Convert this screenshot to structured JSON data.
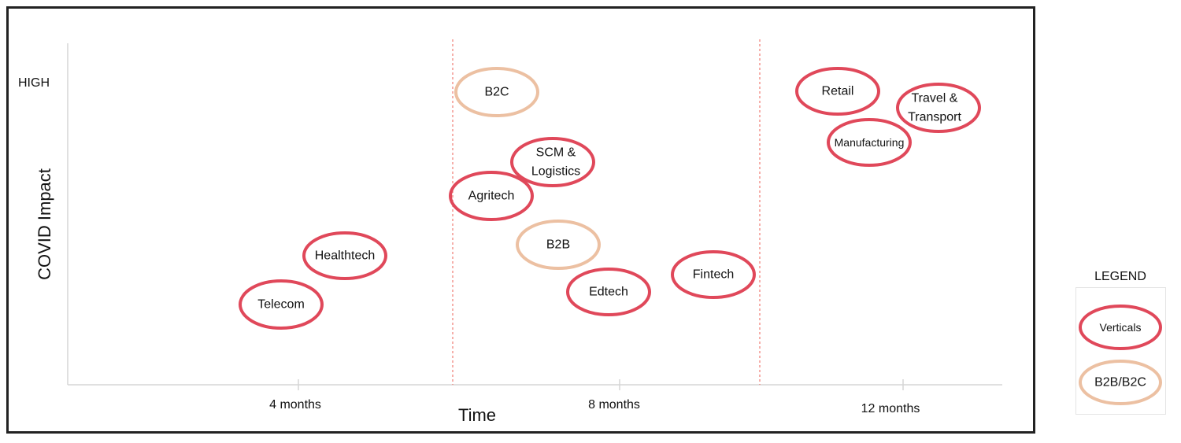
{
  "chart_data": {
    "type": "scatter",
    "ylabel": "COVID Impact",
    "xlabel": "Time",
    "y_tick_labels": [
      "HIGH"
    ],
    "x_tick_labels": [
      "4 months",
      "8 months",
      "12 months"
    ],
    "legend": {
      "title": "LEGEND",
      "items": [
        {
          "label": "Verticals",
          "color": "#e0485a"
        },
        {
          "label": "B2B/B2C",
          "color": "#ecc0a2"
        }
      ]
    },
    "series": [
      {
        "name": "Verticals",
        "color": "#e0485a",
        "points": [
          {
            "label": [
              "Telecom"
            ]
          },
          {
            "label": [
              "Healthtech"
            ]
          },
          {
            "label": [
              "Agritech"
            ]
          },
          {
            "label": [
              "SCM &",
              "Logistics"
            ]
          },
          {
            "label": [
              "Edtech"
            ]
          },
          {
            "label": [
              "Fintech"
            ]
          },
          {
            "label": [
              "Retail"
            ]
          },
          {
            "label": [
              "Manufacturing"
            ]
          },
          {
            "label": [
              "Travel &",
              "Transport"
            ]
          }
        ]
      },
      {
        "name": "B2B/B2C",
        "color": "#ecc0a2",
        "points": [
          {
            "label": [
              "B2C"
            ]
          },
          {
            "label": [
              "B2B"
            ]
          }
        ]
      }
    ]
  }
}
